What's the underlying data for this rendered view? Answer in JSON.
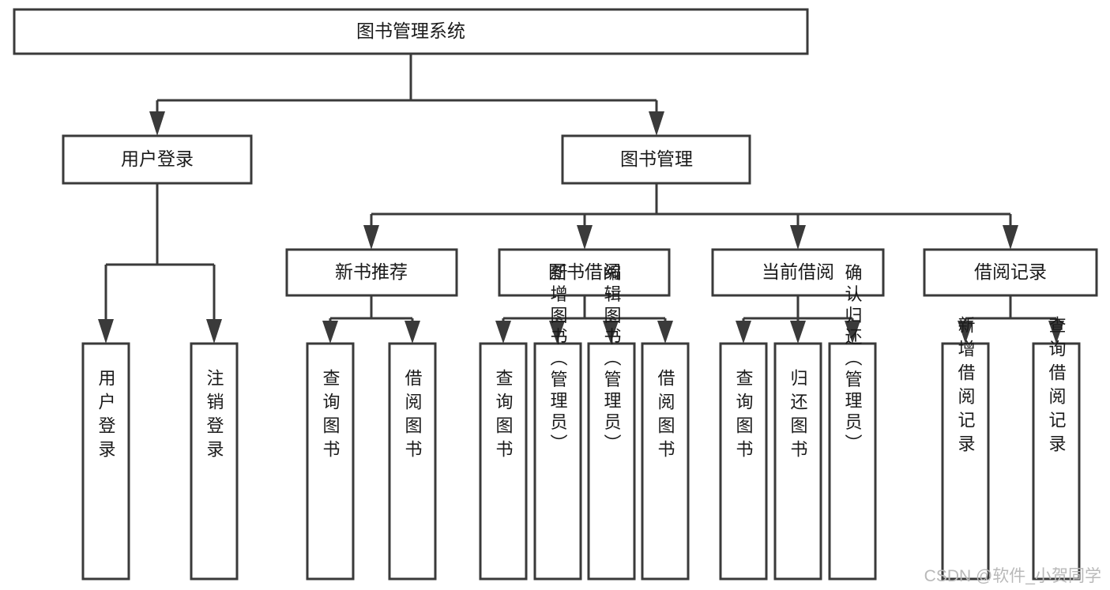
{
  "diagram": {
    "title": "图书管理系统",
    "type": "functional-structure-tree",
    "orientation": "top-down",
    "watermark": "CSDN @软件_小贺同学",
    "colors": {
      "box_fill": "#ffffff",
      "box_stroke": "#3a3a3a",
      "line": "#3a3a3a",
      "text": "#1a1a1a",
      "watermark": "#b9b9b9",
      "background": "#ffffff"
    },
    "levels": {
      "root": {
        "label": "图书管理系统"
      },
      "level2": [
        {
          "label": "用户登录"
        },
        {
          "label": "图书管理"
        }
      ],
      "level3": [
        {
          "label": "新书推荐"
        },
        {
          "label": "图书借阅"
        },
        {
          "label": "当前借阅"
        },
        {
          "label": "借阅记录"
        }
      ],
      "level4": [
        {
          "label": "用户登录",
          "parent": "用户登录"
        },
        {
          "label": "注销登录",
          "parent": "用户登录"
        },
        {
          "label": "查询图书",
          "parent": "新书推荐"
        },
        {
          "label": "借阅图书",
          "parent": "新书推荐"
        },
        {
          "label": "查询图书",
          "parent": "图书借阅"
        },
        {
          "label": "新增图书（管理员）",
          "parent": "图书借阅"
        },
        {
          "label": "编辑图书（管理员）",
          "parent": "图书借阅"
        },
        {
          "label": "借阅图书",
          "parent": "图书借阅"
        },
        {
          "label": "查询图书",
          "parent": "当前借阅"
        },
        {
          "label": "归还图书",
          "parent": "当前借阅"
        },
        {
          "label": "确认归还（管理员）",
          "parent": "当前借阅"
        },
        {
          "label": "新增借阅记录",
          "parent": "借阅记录"
        },
        {
          "label": "查询借阅记录",
          "parent": "借阅记录"
        }
      ]
    },
    "nodes": {
      "root": "图书管理系统",
      "user_login": "用户登录",
      "book_manage": "图书管理",
      "new_book_rec": "新书推荐",
      "book_borrow": "图书借阅",
      "current_borrow": "当前借阅",
      "borrow_record": "借阅记录",
      "leaf_user_login": "用户登录",
      "leaf_logout": "注销登录",
      "leaf_query_book_1": "查询图书",
      "leaf_borrow_book_1": "借阅图书",
      "leaf_query_book_2": "查询图书",
      "leaf_add_book": "新增图书（管理员）",
      "leaf_edit_book": "编辑图书（管理员）",
      "leaf_borrow_book_2": "借阅图书",
      "leaf_query_book_3": "查询图书",
      "leaf_return_book": "归还图书",
      "leaf_confirm_return": "确认归还（管理员）",
      "leaf_add_record": "新增借阅记录",
      "leaf_query_record": "查询借阅记录"
    }
  }
}
